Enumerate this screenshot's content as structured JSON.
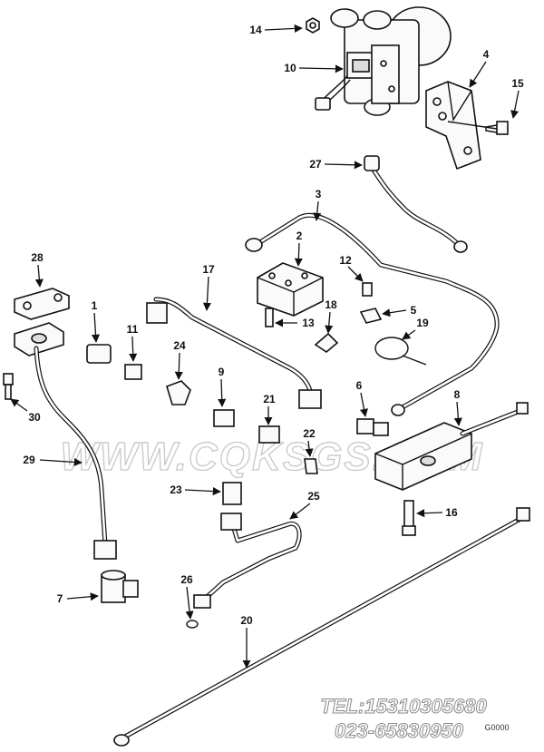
{
  "callouts": [
    {
      "id": "14",
      "text": "14"
    },
    {
      "id": "10",
      "text": "10"
    },
    {
      "id": "4",
      "text": "4"
    },
    {
      "id": "15",
      "text": "15"
    },
    {
      "id": "27",
      "text": "27"
    },
    {
      "id": "3",
      "text": "3"
    },
    {
      "id": "28",
      "text": "28"
    },
    {
      "id": "17",
      "text": "17"
    },
    {
      "id": "2",
      "text": "2"
    },
    {
      "id": "12",
      "text": "12"
    },
    {
      "id": "5",
      "text": "5"
    },
    {
      "id": "1",
      "text": "1"
    },
    {
      "id": "11",
      "text": "11"
    },
    {
      "id": "13",
      "text": "13"
    },
    {
      "id": "18",
      "text": "18"
    },
    {
      "id": "19",
      "text": "19"
    },
    {
      "id": "24",
      "text": "24"
    },
    {
      "id": "9",
      "text": "9"
    },
    {
      "id": "30",
      "text": "30"
    },
    {
      "id": "6",
      "text": "6"
    },
    {
      "id": "8",
      "text": "8"
    },
    {
      "id": "21",
      "text": "21"
    },
    {
      "id": "22",
      "text": "22"
    },
    {
      "id": "29",
      "text": "29"
    },
    {
      "id": "23",
      "text": "23"
    },
    {
      "id": "25",
      "text": "25"
    },
    {
      "id": "16",
      "text": "16"
    },
    {
      "id": "7",
      "text": "7"
    },
    {
      "id": "26",
      "text": "26"
    },
    {
      "id": "20",
      "text": "20"
    }
  ],
  "watermark": "WWW.CQKSGS.COM",
  "contact": {
    "tel": "TEL:15310305680",
    "phone": "023-65830950"
  },
  "drawing_number": "G0000"
}
